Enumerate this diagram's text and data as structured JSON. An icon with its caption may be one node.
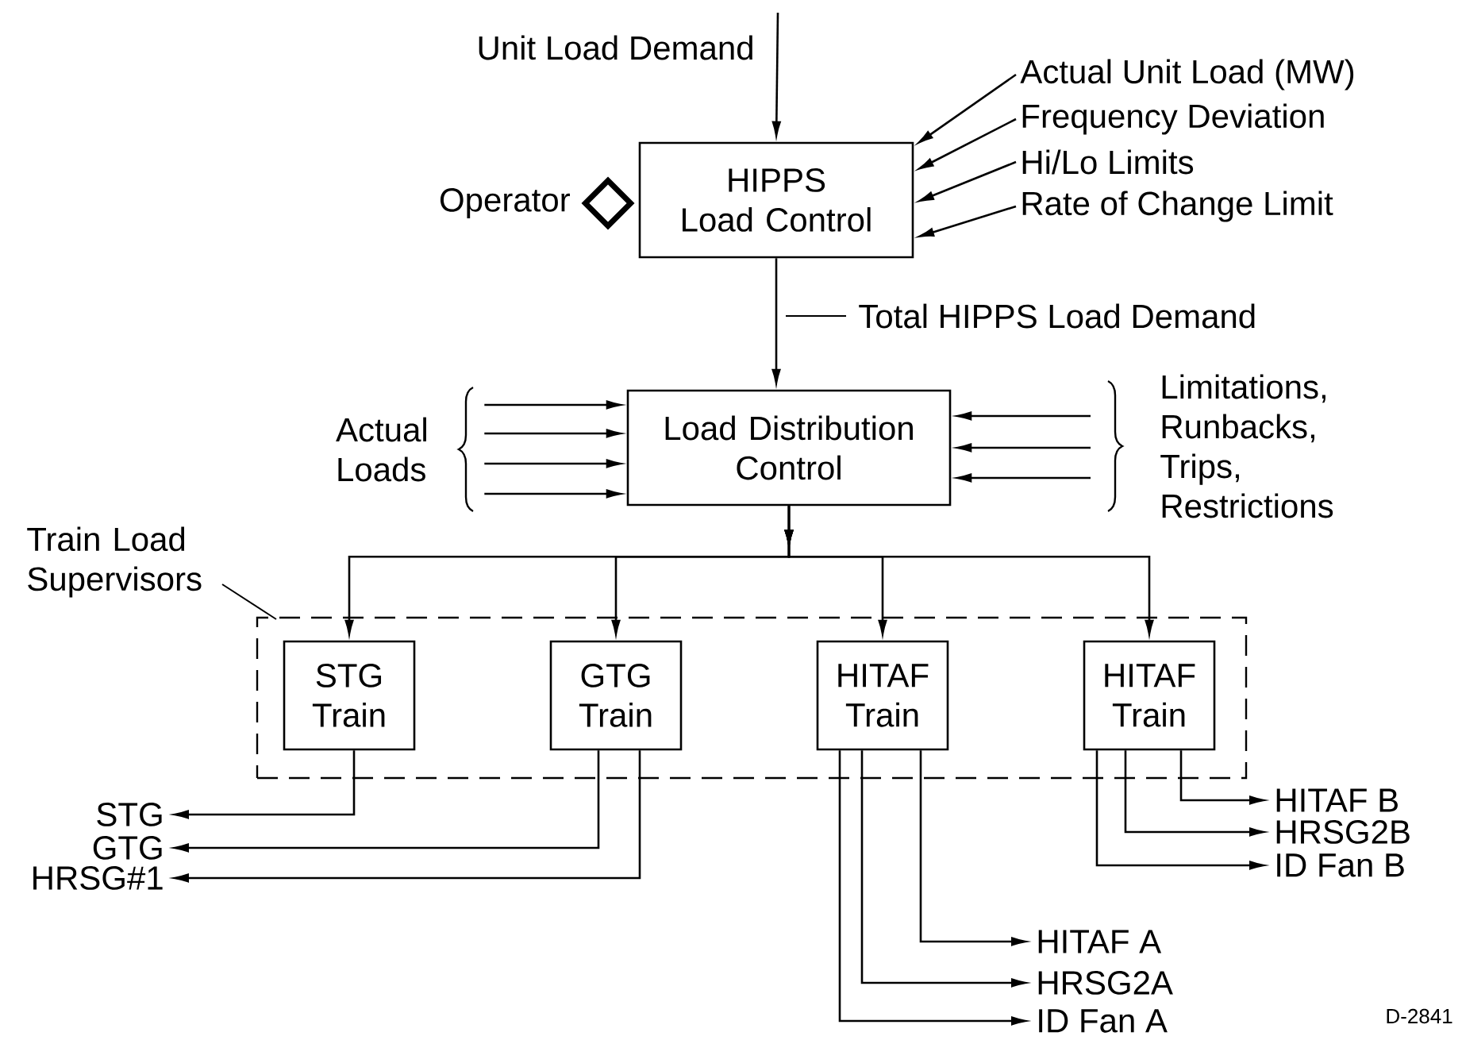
{
  "diagram": {
    "nodes": [
      {
        "text": [
          "HIPPS Load Control"
        ]
      },
      {
        "text": [],
        "shape": "diamond",
        "beside": [
          "Operator"
        ]
      },
      {
        "text": [
          "Actual Unit Load (MW)"
        ]
      },
      {
        "text": [
          "Frequency Deviation"
        ]
      },
      {
        "text": [
          "Hi/Lo Limits"
        ]
      },
      {
        "text": [
          "Rate of Change Limit"
        ]
      },
      {
        "text": [
          "Load Distribution Control"
        ]
      },
      {
        "text": [
          "Actual Loads"
        ]
      },
      {
        "text": [
          "Limitations, Runbacks, Trips, Restrictions"
        ]
      },
      {
        "text": [
          "Train Load Supervisors"
        ]
      },
      {
        "text": [
          "STG Train"
        ],
        "in": 9
      },
      {
        "text": [
          "GTG Train"
        ],
        "in": 9
      },
      {
        "text": [
          "HITAF Train"
        ],
        "in": 9
      },
      {
        "text": [
          "HITAF Train"
        ],
        "in": 9
      },
      {
        "text": [
          "STG"
        ]
      },
      {
        "text": [
          "GTG"
        ]
      },
      {
        "text": [
          "HRSG#1"
        ]
      },
      {
        "text": [
          "HITAF A"
        ]
      },
      {
        "text": [
          "HRSG2A"
        ]
      },
      {
        "text": [
          "ID Fan A"
        ]
      },
      {
        "text": [
          "HITAF B"
        ]
      },
      {
        "text": [
          "HRSG2B"
        ]
      },
      {
        "text": [
          "ID Fan B"
        ]
      }
    ],
    "edges": [
      {
        "from": null,
        "to": 0,
        "arrow": "to",
        "label": "Unit Load Demand"
      },
      {
        "from": 2,
        "to": 0,
        "arrow": "to"
      },
      {
        "from": 3,
        "to": 0,
        "arrow": "to"
      },
      {
        "from": 4,
        "to": 0,
        "arrow": "to"
      },
      {
        "from": 5,
        "to": 0,
        "arrow": "to"
      },
      {
        "from": 0,
        "to": 6,
        "arrow": "to",
        "label": "Total HIPPS Load Demand"
      },
      {
        "from": 7,
        "to": 6,
        "arrow": "to"
      },
      {
        "from": 7,
        "to": 6,
        "arrow": "to"
      },
      {
        "from": 7,
        "to": 6,
        "arrow": "to"
      },
      {
        "from": 7,
        "to": 6,
        "arrow": "to"
      },
      {
        "from": 8,
        "to": 6,
        "arrow": "to"
      },
      {
        "from": 8,
        "to": 6,
        "arrow": "to"
      },
      {
        "from": 8,
        "to": 6,
        "arrow": "to"
      },
      {
        "from": 6,
        "to": 10,
        "arrow": "to"
      },
      {
        "from": 6,
        "to": 11,
        "arrow": "to"
      },
      {
        "from": 6,
        "to": 12,
        "arrow": "to"
      },
      {
        "from": 6,
        "to": 13,
        "arrow": "to"
      },
      {
        "from": 10,
        "to": 14,
        "arrow": "to"
      },
      {
        "from": 11,
        "to": 15,
        "arrow": "to"
      },
      {
        "from": 11,
        "to": 16,
        "arrow": "to"
      },
      {
        "from": 12,
        "to": 17,
        "arrow": "to"
      },
      {
        "from": 12,
        "to": 18,
        "arrow": "to"
      },
      {
        "from": 12,
        "to": 19,
        "arrow": "to"
      },
      {
        "from": 13,
        "to": 20,
        "arrow": "to"
      },
      {
        "from": 13,
        "to": 21,
        "arrow": "to"
      },
      {
        "from": 13,
        "to": 22,
        "arrow": "to"
      }
    ],
    "labels": [
      "D-2841"
    ]
  }
}
